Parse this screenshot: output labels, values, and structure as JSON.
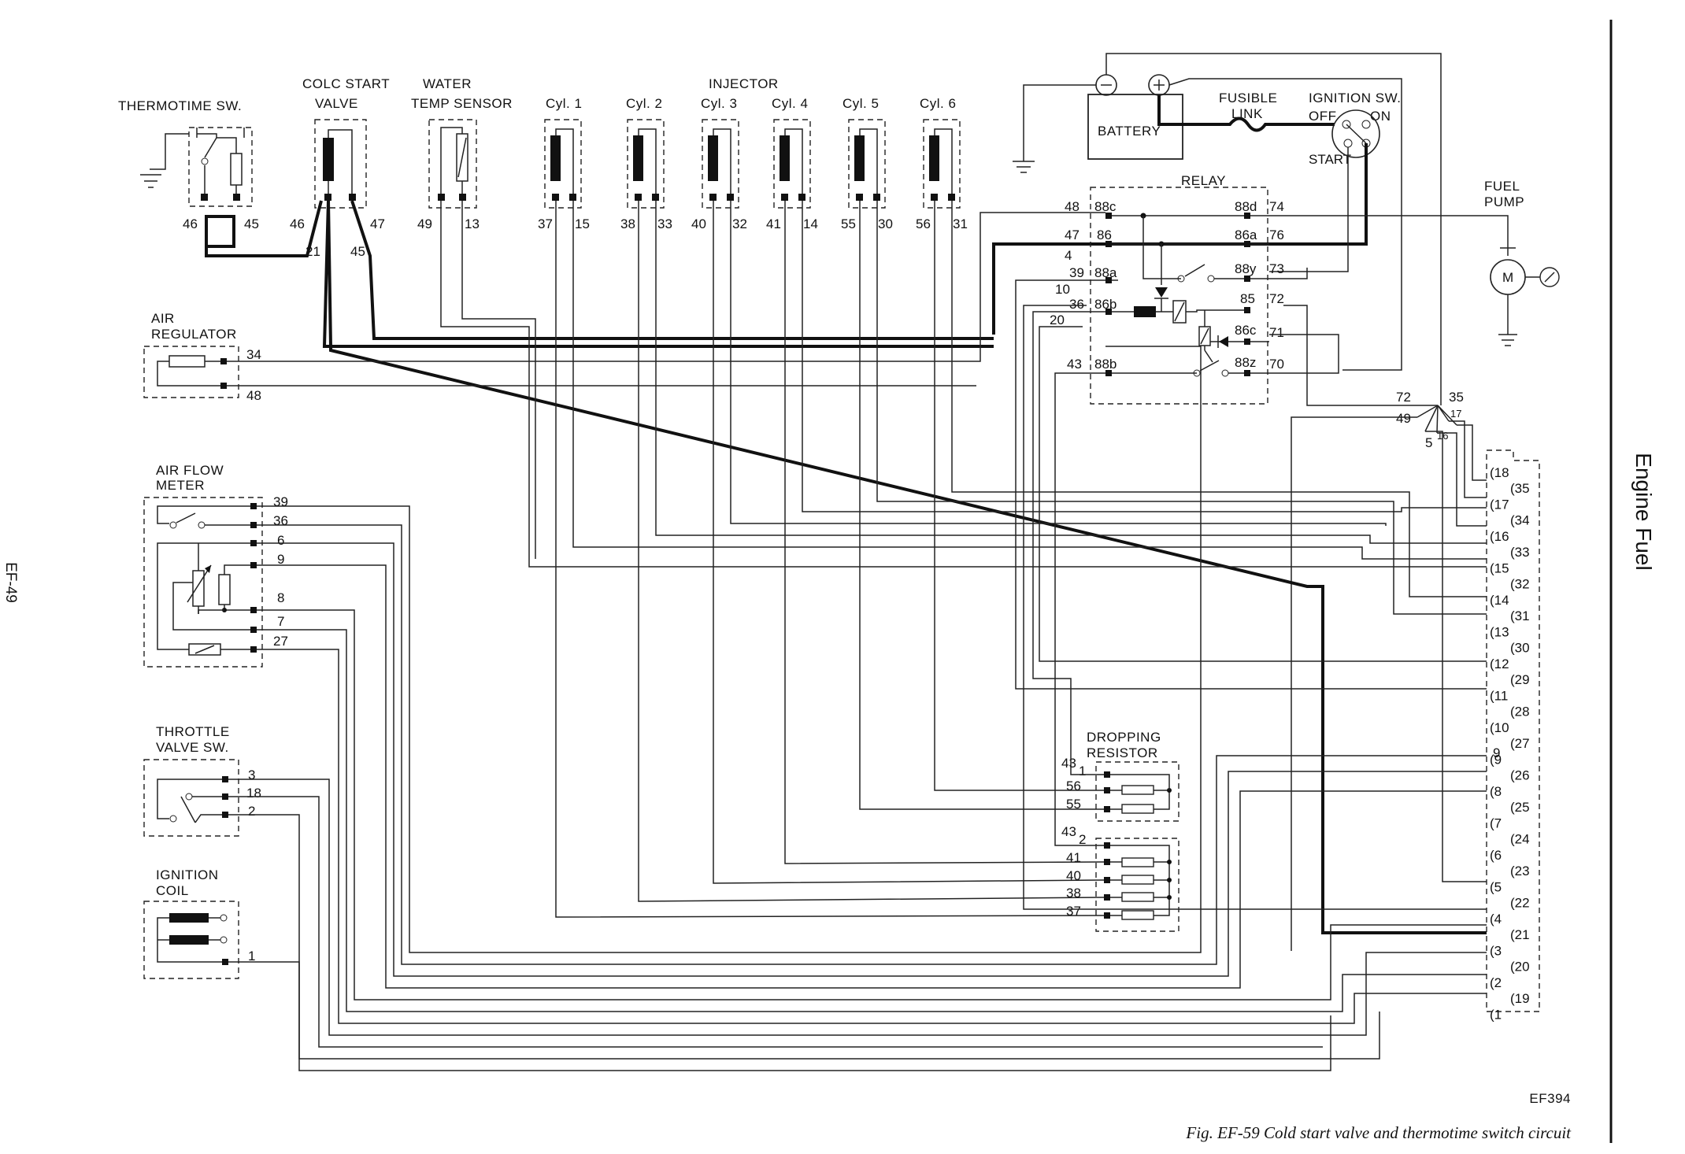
{
  "page": {
    "page_number": "EF-49",
    "side_title": "Engine Fuel",
    "figure_code": "EF394",
    "caption": "Fig. EF-59  Cold start valve and thermotime switch circuit"
  },
  "components": {
    "thermotime_sw": "THERMOTIME SW.",
    "cold_start_valve_1": "COLC START",
    "cold_start_valve_2": "VALVE",
    "water_temp_1": "WATER",
    "water_temp_2": "TEMP SENSOR",
    "injector": "INJECTOR",
    "cyl1": "Cyl. 1",
    "cyl2": "Cyl. 2",
    "cyl3": "Cyl. 3",
    "cyl4": "Cyl. 4",
    "cyl5": "Cyl. 5",
    "cyl6": "Cyl. 6",
    "battery": "BATTERY",
    "fusible_1": "FUSIBLE",
    "fusible_2": "LINK",
    "ignition_sw": "IGNITION SW.",
    "ign_off": "OFF",
    "ign_on": "ON",
    "ign_start": "START",
    "relay": "RELAY",
    "fuel_pump_1": "FUEL",
    "fuel_pump_2": "PUMP",
    "motor": "M",
    "air_reg_1": "AIR",
    "air_reg_2": "REGULATOR",
    "afm_1": "AIR FLOW",
    "afm_2": "METER",
    "tvs_1": "THROTTLE",
    "tvs_2": "VALVE SW.",
    "coil_1": "IGNITION",
    "coil_2": "COIL",
    "drop_1": "DROPPING",
    "drop_2": "RESISTOR"
  },
  "pins": {
    "thermo_left": [
      "46",
      "45"
    ],
    "csv": [
      "46",
      "47",
      "21",
      "45"
    ],
    "wts": [
      "49",
      "13"
    ],
    "cyl1": [
      "37",
      "15"
    ],
    "cyl2": [
      "38",
      "33"
    ],
    "cyl3": [
      "40",
      "32"
    ],
    "cyl4": [
      "41",
      "14"
    ],
    "cyl5": [
      "55",
      "30"
    ],
    "cyl6": [
      "56",
      "31"
    ],
    "relay_left_out": [
      "48",
      "47",
      "4",
      "39",
      "10",
      "36",
      "20",
      "43"
    ],
    "relay_left_in": [
      "88c",
      "86",
      "88a",
      "86b",
      "88b"
    ],
    "relay_right_in": [
      "88d",
      "86a",
      "88y",
      "85",
      "86c",
      "88z"
    ],
    "relay_right_out": [
      "74",
      "76",
      "73",
      "72",
      "71",
      "70"
    ],
    "air_reg": [
      "34",
      "48"
    ],
    "afm": [
      "39",
      "36",
      "6",
      "9",
      "8",
      "7",
      "27"
    ],
    "tvs": [
      "3",
      "18",
      "2"
    ],
    "coil": [
      "1"
    ],
    "drop1": [
      "43",
      "1",
      "56",
      "55"
    ],
    "drop2": [
      "43",
      "2",
      "41",
      "40",
      "38",
      "37"
    ],
    "junction": [
      "72",
      "35",
      "49",
      "17",
      "5",
      "16"
    ],
    "ecu_left": [
      "18",
      "17",
      "16",
      "15",
      "14",
      "13",
      "12",
      "11",
      "10",
      "9",
      "8",
      "7",
      "6",
      "5",
      "4",
      "3",
      "2",
      "1"
    ],
    "ecu_right": [
      "35",
      "34",
      "33",
      "32",
      "31",
      "30",
      "29",
      "28",
      "27",
      "26",
      "25",
      "24",
      "23",
      "22",
      "21",
      "20",
      "19"
    ]
  },
  "pin_nine": "9"
}
